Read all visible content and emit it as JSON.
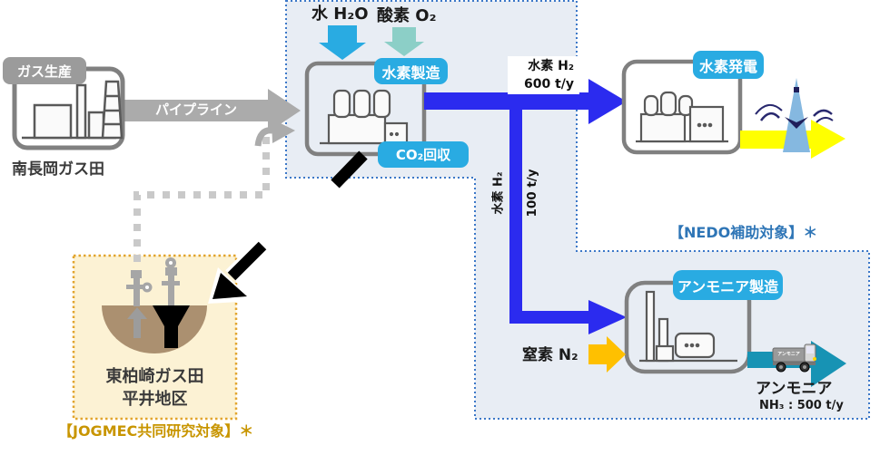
{
  "diagram": {
    "nagaoka": {
      "pill": "ガス生産",
      "name": "南長岡ガス田"
    },
    "pipeline_label": "パイプライン",
    "h2_plant": {
      "water": "水 H₂O",
      "oxygen": "酸素 O₂",
      "produce_pill": "水素製造",
      "co2_pill": "CO₂回収"
    },
    "h2_to_power": {
      "line1": "水素 H₂",
      "line2": "600 t/y"
    },
    "h2_to_ammonia": {
      "label": "水素 H₂",
      "amount": "100 t/y"
    },
    "power": {
      "pill": "水素発電"
    },
    "ammonia_plant": {
      "pill": "アンモニア製造",
      "nitrogen": "窒素 N₂",
      "truck_label": "アンモニア",
      "product": "アンモニア",
      "amount": "NH₃ : 500 t/y"
    },
    "kashiwazaki": {
      "line1": "東柏崎ガス田",
      "line2": "平井地区"
    },
    "notes": {
      "nedo": "【NEDO補助対象】＊",
      "jogmec": "【JOGMEC共同研究対象】＊"
    }
  },
  "colors": {
    "panel_bg": "#E8EDF4",
    "panel_border": "#3C78C8",
    "yellow_panel_bg": "#FCF2D4",
    "yellow_panel_border": "#E2A52E",
    "pill_blue": "#29ABE2",
    "flow_blue": "#2B2BEF",
    "water_arrow": "#29ABE2",
    "oxygen_arrow": "#8CCFC7",
    "nitrogen_arrow": "#FFC000",
    "power_arrow": "#FFFF00",
    "ammonia_arrow": "#1793B4",
    "pipeline_gray": "#ABABAB",
    "box_border_gray": "#808080",
    "dome_brown": "#AB9070",
    "nedo_text": "#2E75B6",
    "jogmec_text": "#C89500"
  }
}
